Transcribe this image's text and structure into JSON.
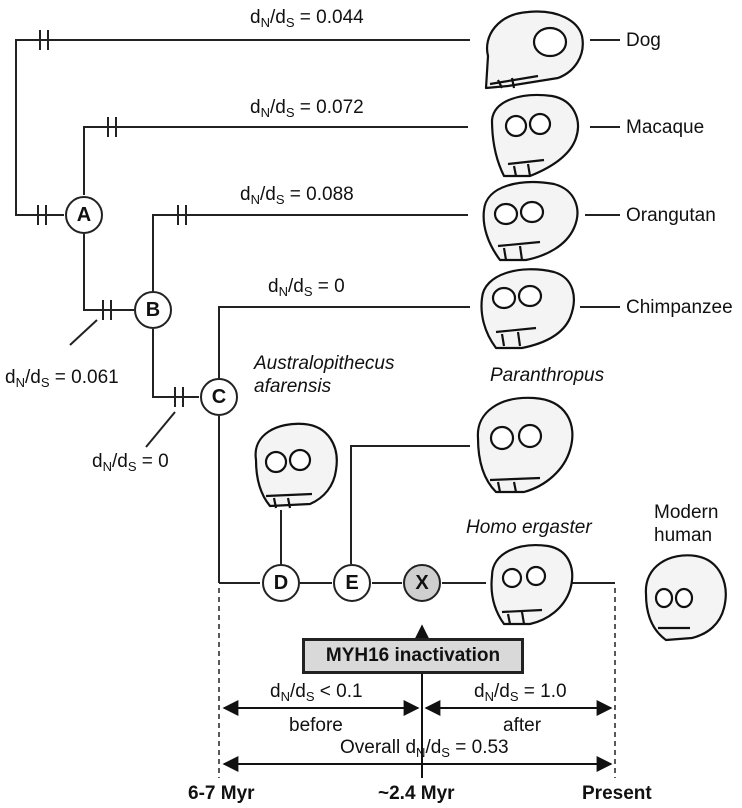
{
  "taxa": {
    "dog": "Dog",
    "macaque": "Macaque",
    "orangutan": "Orangutan",
    "chimpanzee": "Chimpanzee",
    "australopithecus": [
      "Australopithecus",
      "afarensis"
    ],
    "paranthropus": "Paranthropus",
    "homo_ergaster": "Homo ergaster",
    "modern_human": [
      "Modern",
      "human"
    ]
  },
  "nodes": {
    "a": "A",
    "b": "B",
    "c": "C",
    "d": "D",
    "e": "E",
    "x": "X"
  },
  "ratios": {
    "dog": "= 0.044",
    "macaque": "= 0.072",
    "orangutan": "= 0.088",
    "chimpanzee": "= 0",
    "branch_b": "= 0.061",
    "branch_c": "= 0",
    "before": "< 0.1",
    "after": "= 1.0",
    "overall": "= 0.53"
  },
  "ratio_symbol": {
    "n": "d",
    "n_sub": "N",
    "d": "d",
    "d_sub": "S"
  },
  "overall_prefix": "Overall",
  "period_labels": {
    "before": "before",
    "after": "after"
  },
  "event_box": "MYH16 inactivation",
  "time_axis": {
    "start": "6-7 Myr",
    "mid": "~2.4 Myr",
    "end": "Present"
  }
}
